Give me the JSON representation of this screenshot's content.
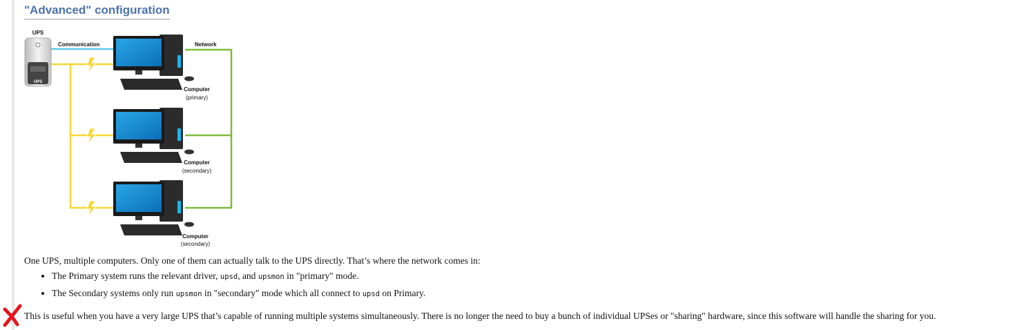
{
  "heading": "\"Advanced\" configuration",
  "diagram": {
    "ups_label": "UPS",
    "ups_body_text": "UPS",
    "communication_label": "Communication",
    "network_label": "Network",
    "computers": [
      {
        "title": "Computer",
        "role": "(primary)"
      },
      {
        "title": "Computer",
        "role": "(secondary)"
      },
      {
        "title": "Computer",
        "role": "(secondary)"
      }
    ],
    "colors": {
      "communication": "#5bc8ec",
      "power": "#f7d733",
      "network": "#7dbb3c"
    }
  },
  "intro": "One UPS, multiple computers. Only one of them can actually talk to the UPS directly. That’s where the network comes in:",
  "bullets": [
    {
      "a": "The Primary system runs the relevant driver, ",
      "code1": "upsd",
      "b": ", and ",
      "code2": "upsmon",
      "c": " in \"primary\" mode."
    },
    {
      "a": "The Secondary systems only run ",
      "code1": "upsmon",
      "b": " in \"secondary\" mode which all connect to ",
      "code2": "upsd",
      "c": " on Primary."
    }
  ],
  "closing": "This is useful when you have a very large UPS that’s capable of running multiple systems simultaneously. There is no longer the need to buy a bunch of individual UPSes or \"sharing\" hardware, since this software will handle the sharing for you.",
  "icons": {
    "mark": "red-x-icon"
  }
}
